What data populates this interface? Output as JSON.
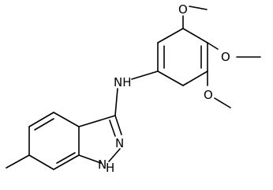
{
  "molecule": {
    "labels": {
      "nh_linker": "NH",
      "n_ring": "N",
      "nh_ring_n": "N",
      "nh_ring_h": "H",
      "o_top": "O",
      "o_right": "O",
      "o_bottom": "O"
    }
  }
}
